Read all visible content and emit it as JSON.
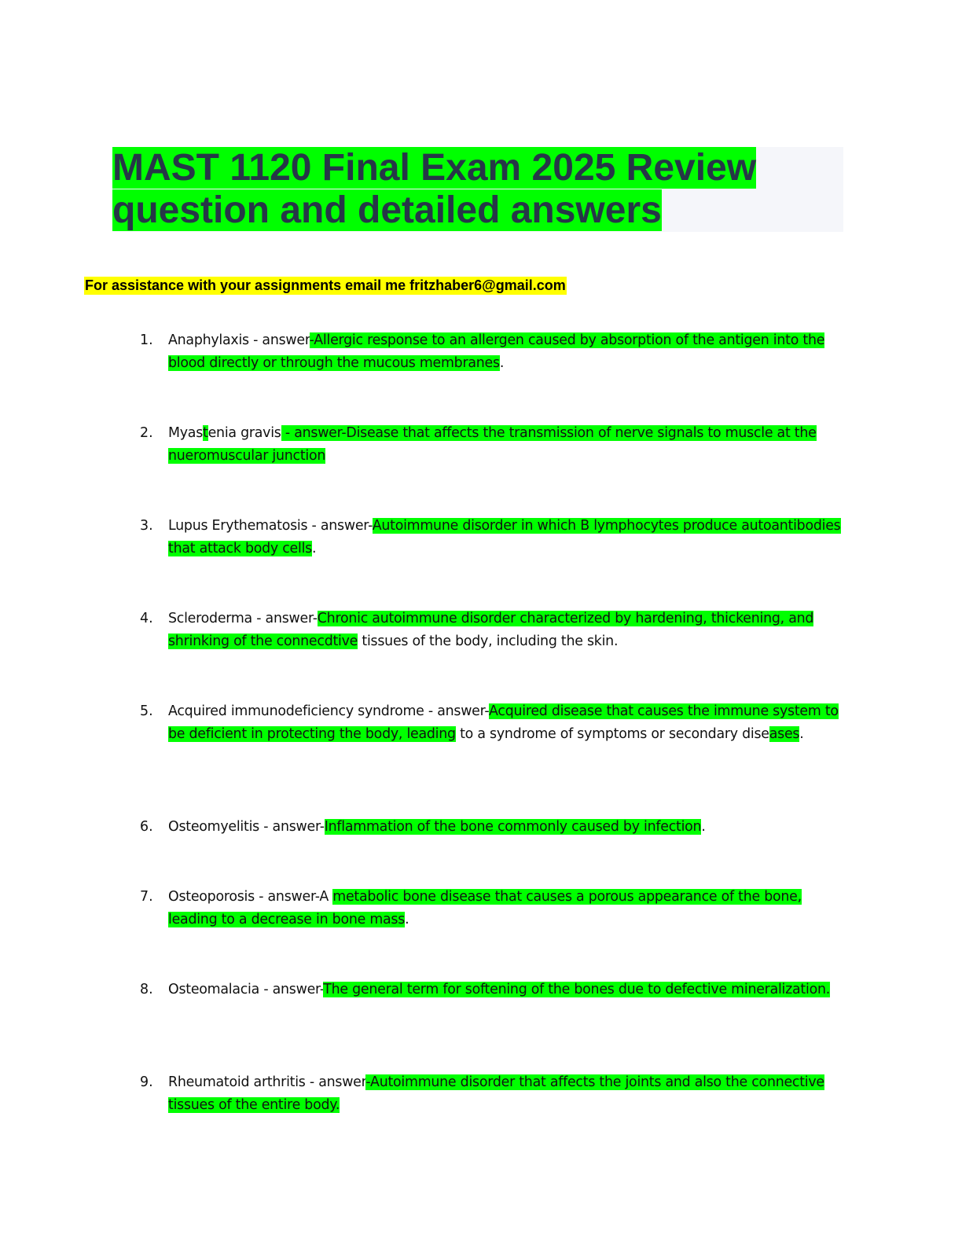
{
  "title": {
    "line1": "MAST 1120 Final Exam 2025 Review",
    "line2": "question and detailed answers"
  },
  "assist_text": "For assistance with your assignments email me fritzhaber6@gmail.com",
  "colors": {
    "highlight_green": "#00ff00",
    "highlight_yellow": "#ffff00",
    "title_text": "#263747"
  },
  "items": [
    {
      "num": "1.",
      "parts": [
        "Anaphylaxis - answer",
        "-Allergic response to an allergen caused by absorption of the antigen into the blood directly or through the mucous membranes",
        "."
      ]
    },
    {
      "num": "2.",
      "parts": [
        "Myas",
        "t",
        "enia gravis",
        " - answer-Disease that affects the transmission of nerve signals to muscle at the nueromuscular junction"
      ]
    },
    {
      "num": "3.",
      "parts": [
        "Lupus Erythematosis - answer-",
        "Autoimmune disorder in which B lymphocytes produce autoantibodies that attack body cells",
        "."
      ]
    },
    {
      "num": "4.",
      "parts": [
        "Scleroderma - answer-",
        "Chronic autoimmune disorder characterized by hardening, thickening, and shrinking of the connecdtive",
        " tissues of the body, including the skin."
      ]
    },
    {
      "num": "5.",
      "parts": [
        "Acquired immunodeficiency syndrome - answer-",
        "Acquired disease that causes the immune system to be deficient in protecting the body, leading",
        " to a syndrome of symptoms or secondary dise",
        "ases",
        "."
      ]
    },
    {
      "num": "6.",
      "parts": [
        "Osteomyelitis - answer-",
        "Inflammation of the bone commonly caused by infection",
        "."
      ]
    },
    {
      "num": "7.",
      "parts": [
        "Osteoporosis - answer-A ",
        "metabolic bone disease that causes a porous appearance of the bone, leading to a decrease in bone mass",
        "."
      ]
    },
    {
      "num": "8.",
      "parts": [
        "Osteomalacia - answer-",
        "The general term for softening of the bones due to defective mineralization."
      ]
    },
    {
      "num": "9.",
      "parts": [
        "Rheumatoid arthritis - answer",
        "-Autoimmune disorder that affects the joints and also the connective tissues of the entire body."
      ]
    }
  ]
}
